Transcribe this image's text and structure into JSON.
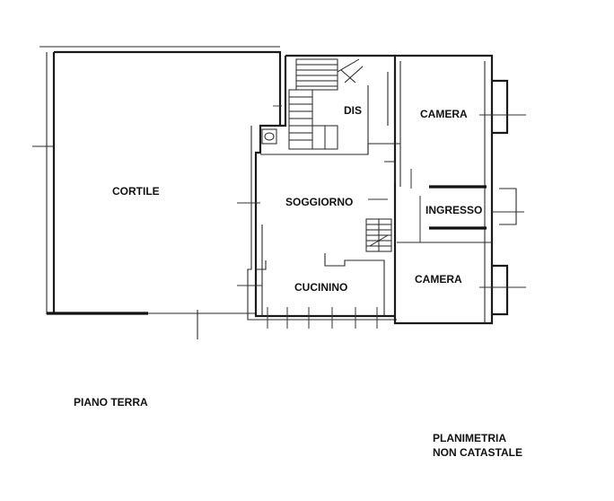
{
  "plan": {
    "rooms": {
      "cortile": "CORTILE",
      "dis": "DIS",
      "camera_top": "CAMERA",
      "soggiorno": "SOGGIORNO",
      "ingresso": "INGRESSO",
      "camera_bottom": "CAMERA",
      "cucinino": "CUCININO"
    },
    "floor_label": "PIANO TERRA",
    "note_line1": "PLANIMETRIA",
    "note_line2": "NON CATASTALE"
  }
}
